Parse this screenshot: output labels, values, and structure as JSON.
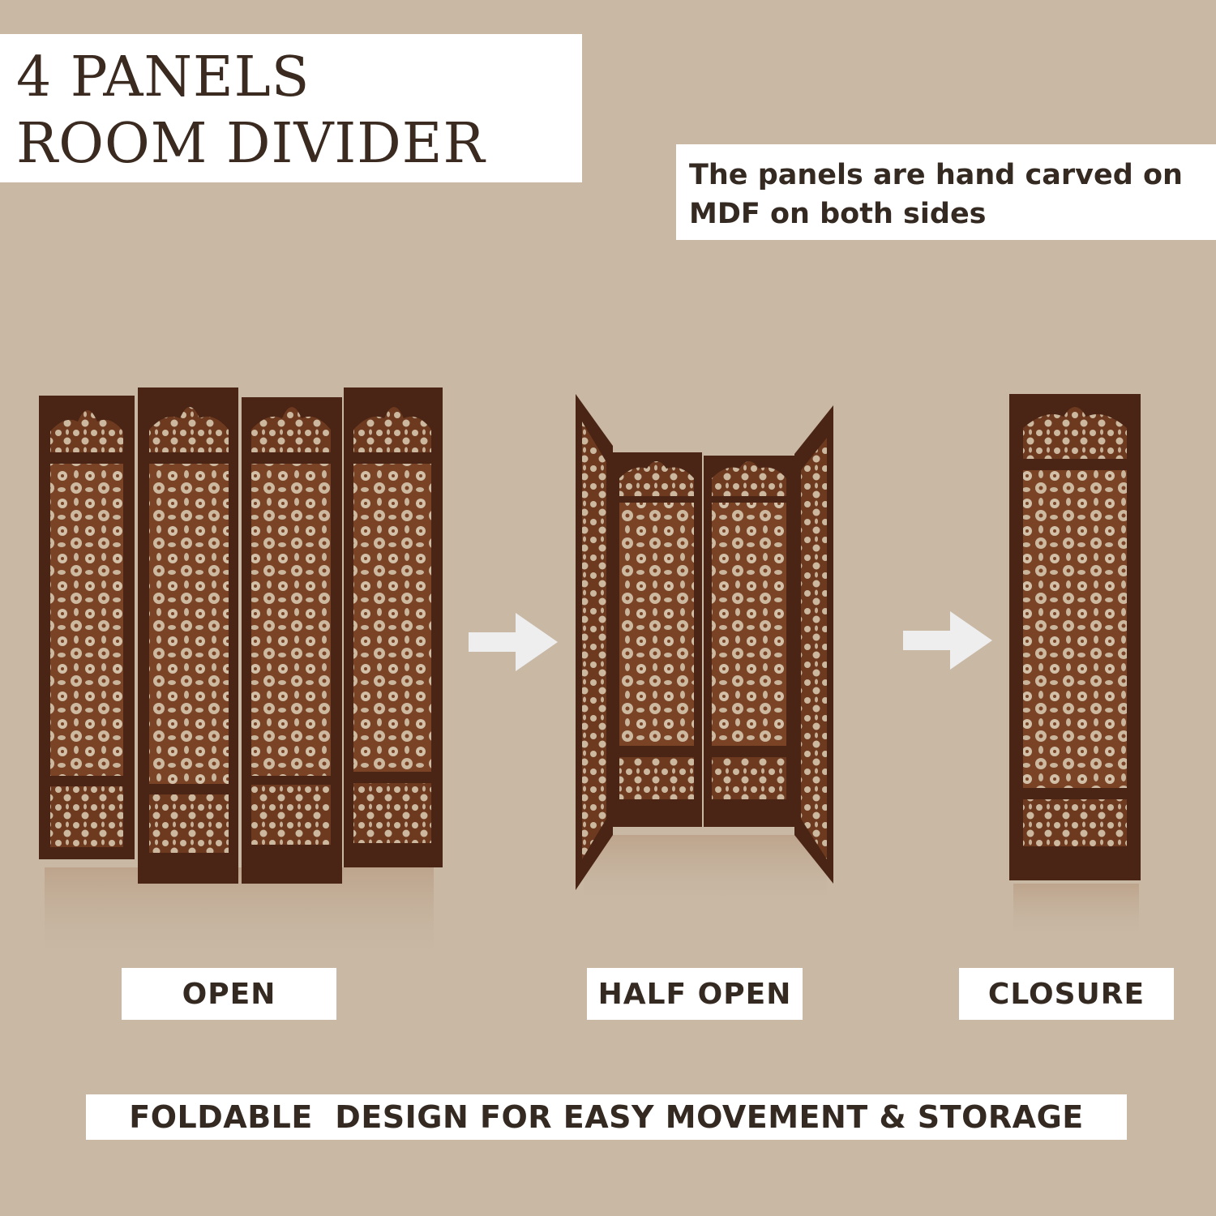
{
  "title": {
    "line1": "4 PANELS",
    "line2": "ROOM DIVIDER"
  },
  "description": "The panels are hand carved on MDF on both sides",
  "states": [
    {
      "label": "OPEN"
    },
    {
      "label": "HALF OPEN"
    },
    {
      "label": "CLOSURE"
    }
  ],
  "footer": "FOLDABLE  DESIGN FOR EASY MOVEMENT & STORAGE",
  "colors": {
    "background": "#c8b8a4",
    "wood": "#6b3a20",
    "wood_dark": "#3e1f10",
    "arrow": "#eeeeee"
  }
}
